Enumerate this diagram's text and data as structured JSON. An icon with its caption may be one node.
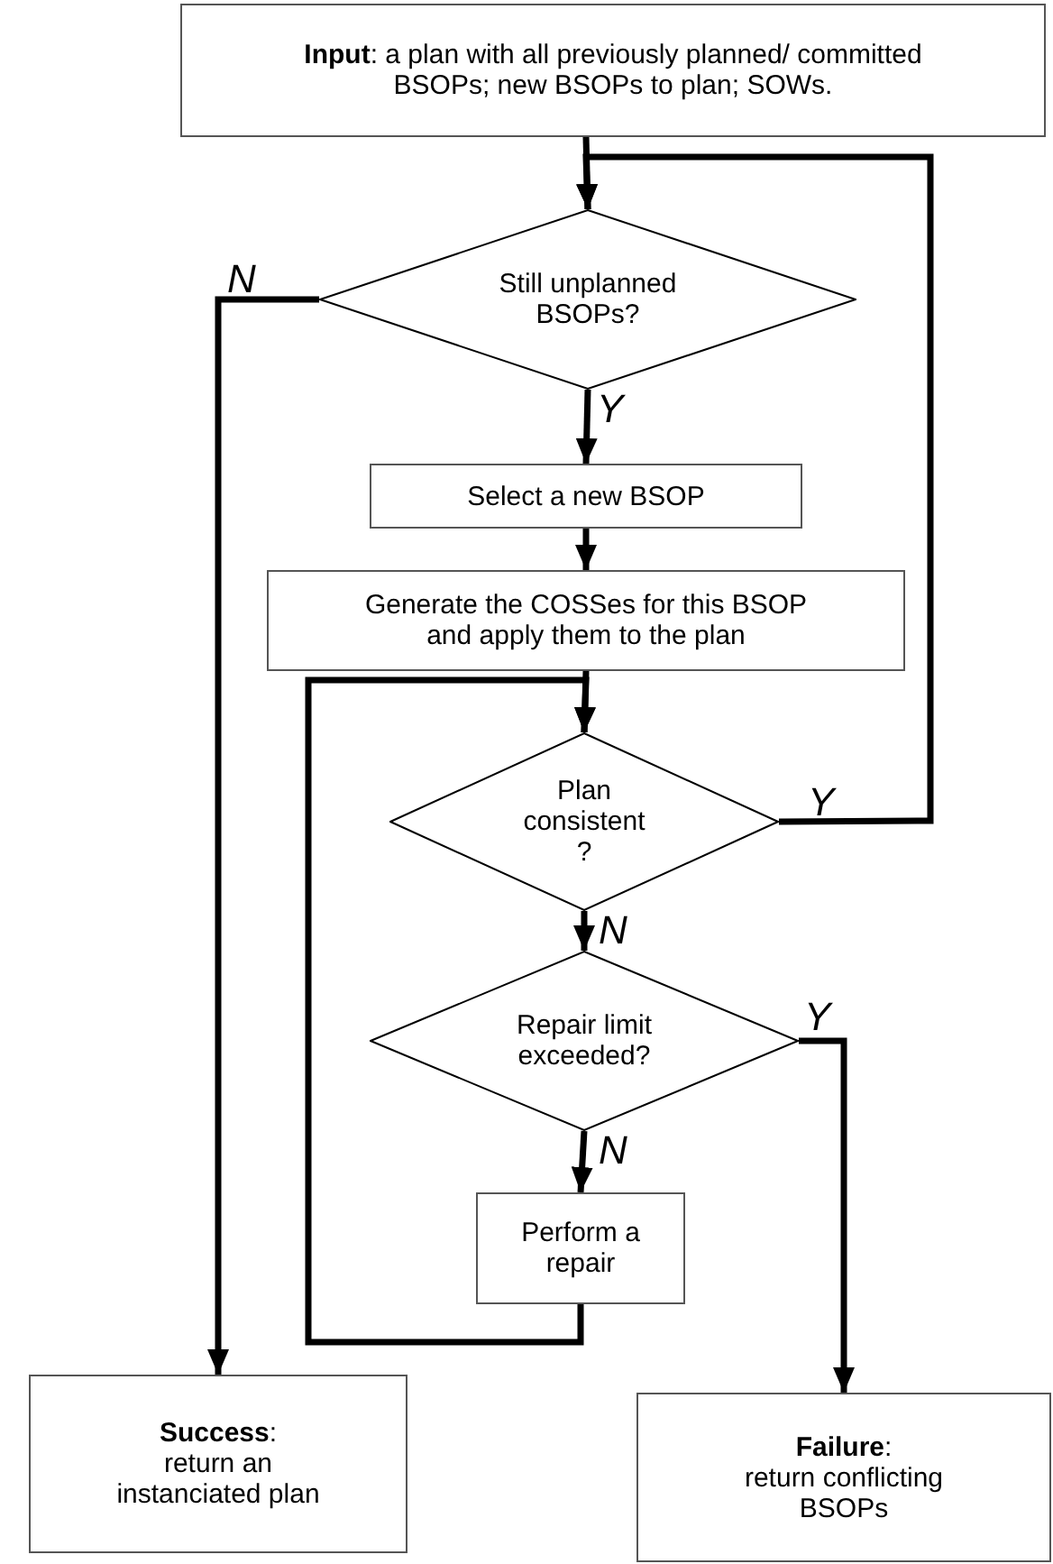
{
  "diagram": {
    "nodes": [
      {
        "text": [
          "**Input**: a plan with all previously planned/ committed BSOPs; new BSOPs to plan; SOWs."
        ]
      },
      {
        "text": [
          "Still unplanned BSOPs?"
        ]
      },
      {
        "text": [
          "Select a new BSOP"
        ]
      },
      {
        "text": [
          "Generate the COSSes for this BSOP and apply them to the plan"
        ]
      },
      {
        "text": [
          "Plan consistent ?"
        ]
      },
      {
        "text": [
          "Repair limit exceeded?"
        ]
      },
      {
        "text": [
          "Perform a repair"
        ]
      },
      {
        "text": [
          "**Success**:",
          "return an instanciated plan"
        ]
      },
      {
        "text": [
          "**Failure**:",
          "return conflicting BSOPs"
        ]
      }
    ],
    "edges": [
      {
        "from": 0,
        "to": 1,
        "arrow": "to"
      },
      {
        "from": 1,
        "to": 7,
        "arrow": "to",
        "label": "N"
      },
      {
        "from": 1,
        "to": 2,
        "arrow": "to",
        "label": "Y"
      },
      {
        "from": 2,
        "to": 3,
        "arrow": "to"
      },
      {
        "from": 3,
        "to": 4,
        "arrow": "to"
      },
      {
        "from": 4,
        "to": 1,
        "arrow": "to",
        "label": "Y"
      },
      {
        "from": 4,
        "to": 5,
        "arrow": "to",
        "label": "N"
      },
      {
        "from": 5,
        "to": 8,
        "arrow": "to",
        "label": "Y"
      },
      {
        "from": 5,
        "to": 6,
        "arrow": "to",
        "label": "N"
      },
      {
        "from": 6,
        "to": 4,
        "arrow": "to"
      }
    ]
  }
}
